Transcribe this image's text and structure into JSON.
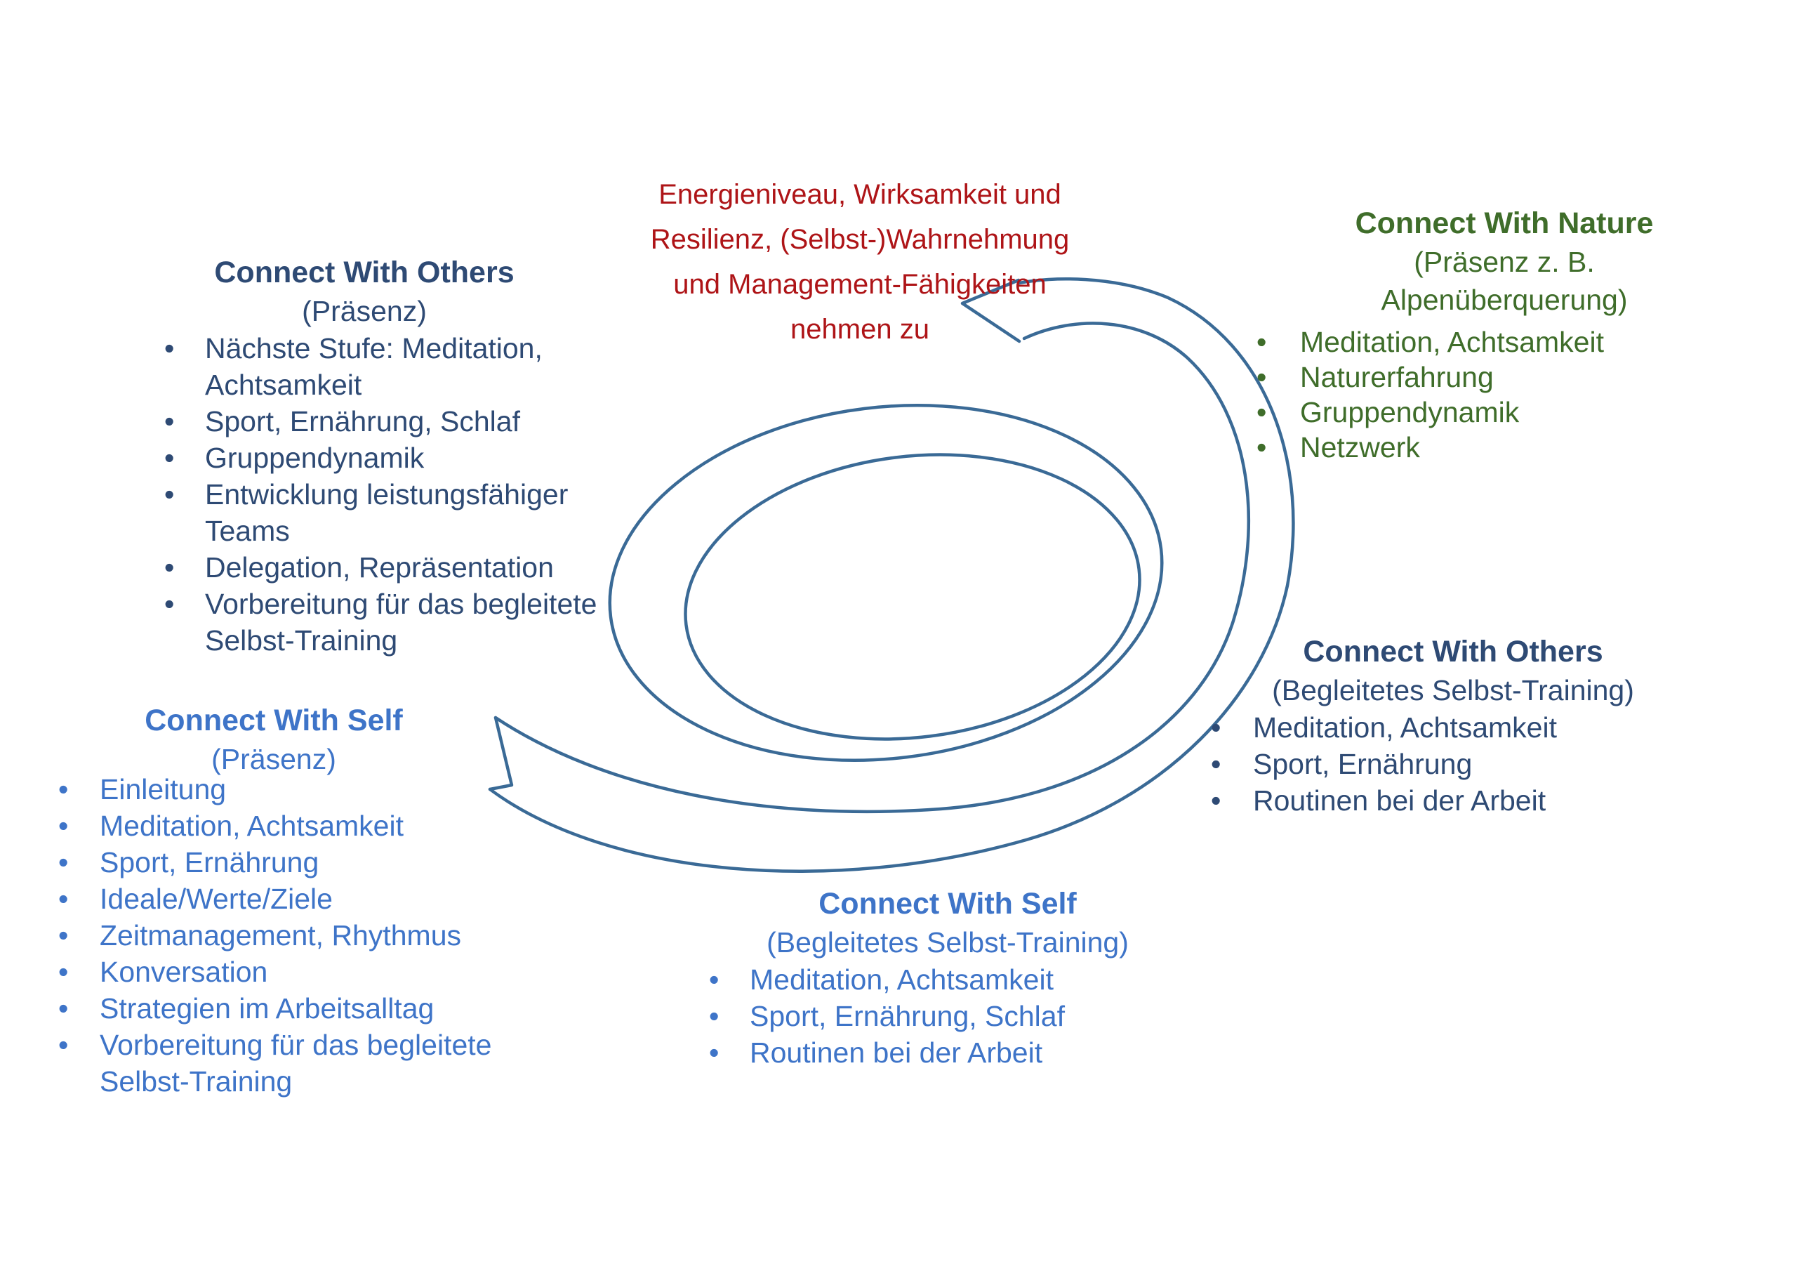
{
  "colors": {
    "background": "#FFFFFF",
    "navy_text": "#2E4A74",
    "blue_text": "#3E74C8",
    "green_text": "#3F6D2A",
    "red_text": "#AE1417",
    "spiral_stroke": "#3A6A96"
  },
  "annotation": {
    "lines": [
      "Energieniveau, Wirksamkeit und",
      "Resilienz, (Selbst-)Wahrnehmung",
      "und Management-Fähigkeiten",
      "nehmen zu"
    ]
  },
  "spiral": {
    "shape": "spiral-ribbon-arrow",
    "direction": "winds outward from bottom-left tail to arrowhead pointing up-left"
  },
  "blocks": {
    "others_praesenz": {
      "title": "Connect With Others",
      "subtitle": "(Präsenz)",
      "items": [
        "Nächste Stufe: Meditation, Achtsamkeit",
        "Sport, Ernährung, Schlaf",
        "Gruppendynamik",
        "Entwicklung leistungsfähiger Teams",
        "Delegation, Repräsentation",
        "Vorbereitung für das begleitete Selbst-Training"
      ]
    },
    "nature_praesenz": {
      "title": "Connect With Nature",
      "subtitle_lines": [
        "(Präsenz z. B.",
        "Alpenüberquerung)"
      ],
      "items": [
        "Meditation, Achtsamkeit",
        "Naturerfahrung",
        "Gruppendynamik",
        "Netzwerk"
      ]
    },
    "others_selbsttraining": {
      "title": "Connect With Others",
      "subtitle": "(Begleitetes Selbst-Training)",
      "items": [
        "Meditation, Achtsamkeit",
        "Sport, Ernährung",
        "Routinen bei der Arbeit"
      ]
    },
    "self_praesenz": {
      "title": "Connect With Self",
      "subtitle": "(Präsenz)",
      "items": [
        "Einleitung",
        "Meditation, Achtsamkeit",
        "Sport, Ernährung",
        "Ideale/Werte/Ziele",
        "Zeitmanagement, Rhythmus",
        "Konversation",
        "Strategien im Arbeitsalltag",
        "Vorbereitung für das begleitete Selbst-Training"
      ]
    },
    "self_selbsttraining": {
      "title": "Connect With Self",
      "subtitle": "(Begleitetes Selbst-Training)",
      "items": [
        "Meditation, Achtsamkeit",
        "Sport, Ernährung, Schlaf",
        "Routinen bei der Arbeit"
      ]
    }
  }
}
